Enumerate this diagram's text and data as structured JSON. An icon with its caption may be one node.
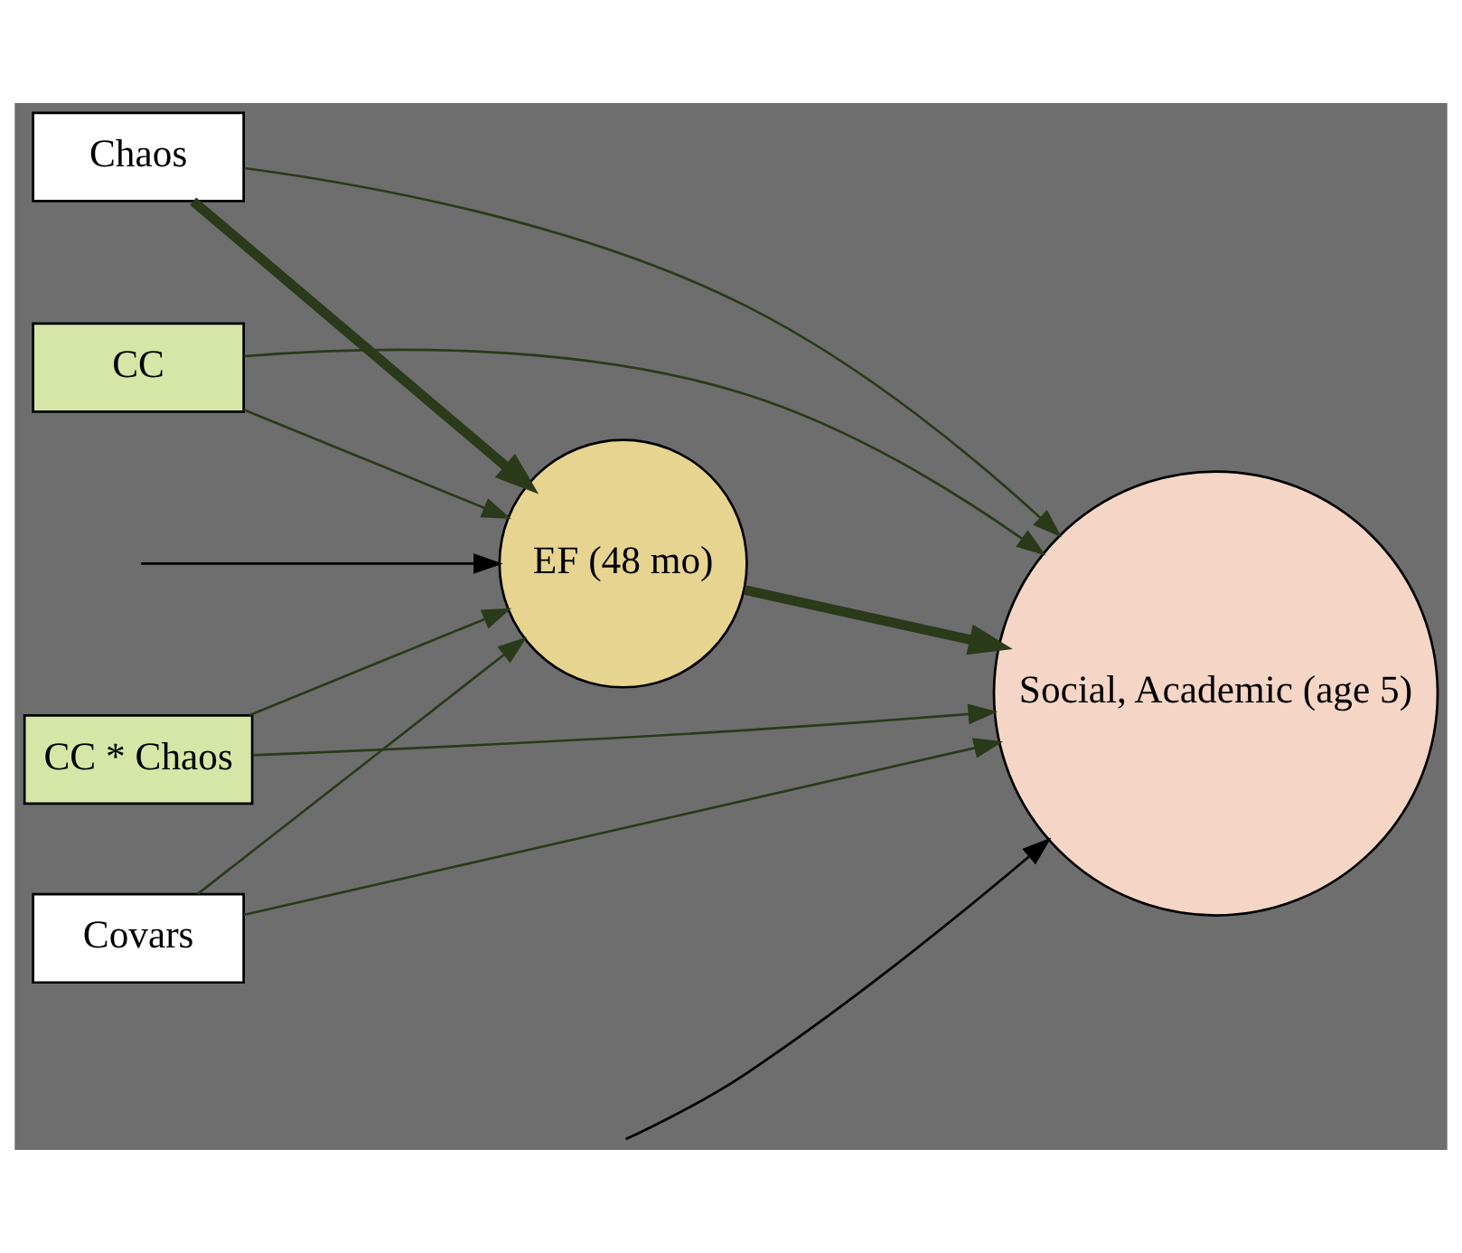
{
  "diagram": {
    "nodes": [
      {
        "text": [
          "Chaos"
        ]
      },
      {
        "text": [
          "CC"
        ]
      },
      {
        "text": [
          "CC * Chaos"
        ]
      },
      {
        "text": [
          "Covars"
        ]
      },
      {
        "text": [
          "EF (48 mo)"
        ]
      },
      {
        "text": [
          "Social, Academic (age 5)"
        ]
      }
    ],
    "edges": [
      {
        "from": 0,
        "to": 4,
        "arrow": "to",
        "style": "thick"
      },
      {
        "from": 1,
        "to": 4,
        "arrow": "to"
      },
      {
        "from": 2,
        "to": 4,
        "arrow": "to"
      },
      {
        "from": 3,
        "to": 4,
        "arrow": "to"
      },
      {
        "from": 0,
        "to": 5,
        "arrow": "to"
      },
      {
        "from": 1,
        "to": 5,
        "arrow": "to"
      },
      {
        "from": 2,
        "to": 5,
        "arrow": "to"
      },
      {
        "from": 3,
        "to": 5,
        "arrow": "to"
      },
      {
        "from": 4,
        "to": 5,
        "arrow": "to",
        "style": "thick"
      },
      {
        "from": null,
        "to": 4,
        "arrow": "to"
      },
      {
        "from": null,
        "to": 5,
        "arrow": "to"
      }
    ]
  }
}
